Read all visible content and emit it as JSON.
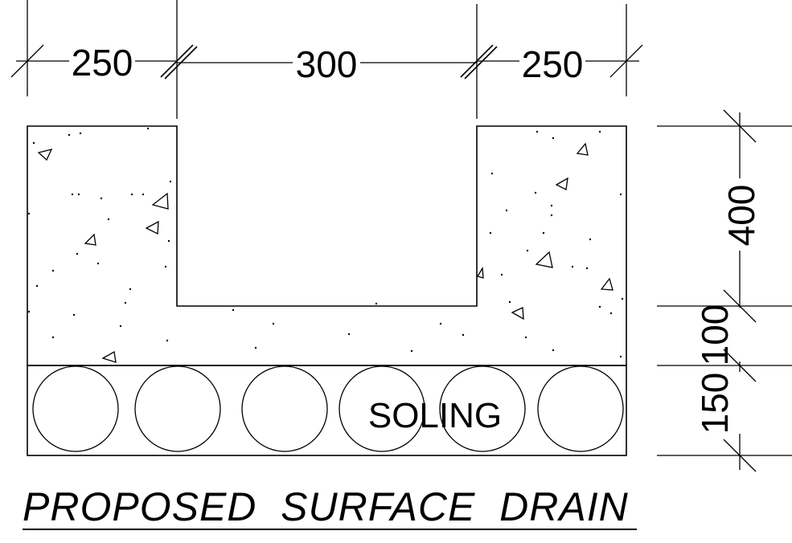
{
  "drawing": {
    "dimensions": {
      "left_wall": "250",
      "channel": "300",
      "right_wall": "250",
      "depth": "400",
      "base": "100",
      "soling": "150"
    },
    "soling_label": "SOLING",
    "title": "PROPOSED  SURFACE  DRAIN"
  }
}
